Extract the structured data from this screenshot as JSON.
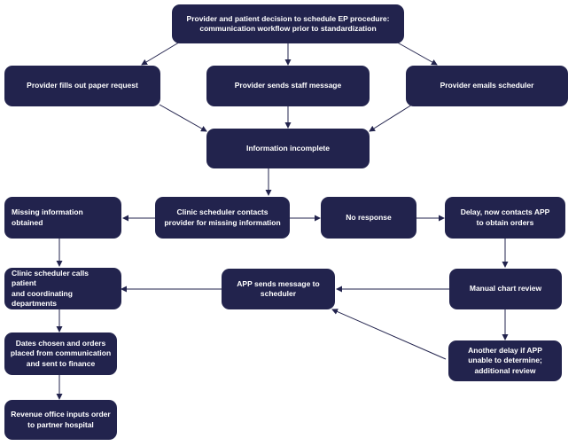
{
  "nodes": {
    "start": "Provider and patient decision to schedule EP procedure:\ncommunication workflow prior to standardization",
    "paper_request": "Provider fills out paper request",
    "staff_message": "Provider sends staff message",
    "emails_scheduler": "Provider emails scheduler",
    "info_incomplete": "Information incomplete",
    "scheduler_contacts": "Clinic scheduler contacts\nprovider for missing information",
    "missing_obtained": "Missing information obtained",
    "no_response": "No response",
    "delay_app": "Delay, now contacts APP\nto obtain  orders",
    "scheduler_calls": "Clinic scheduler calls patient\nand coordinating departments",
    "app_message": "APP sends message to\nscheduler",
    "chart_review": "Manual chart review",
    "dates_chosen": "Dates chosen and orders\nplaced from communication\nand sent to finance",
    "another_delay": "Another delay if APP\nunable to determine;\nadditional review",
    "revenue_office": "Revenue office inputs order\nto partner hospital"
  },
  "colors": {
    "node_fill": "#22234d",
    "node_text": "#ffffff",
    "edge": "#22234d",
    "background": "#ffffff"
  }
}
